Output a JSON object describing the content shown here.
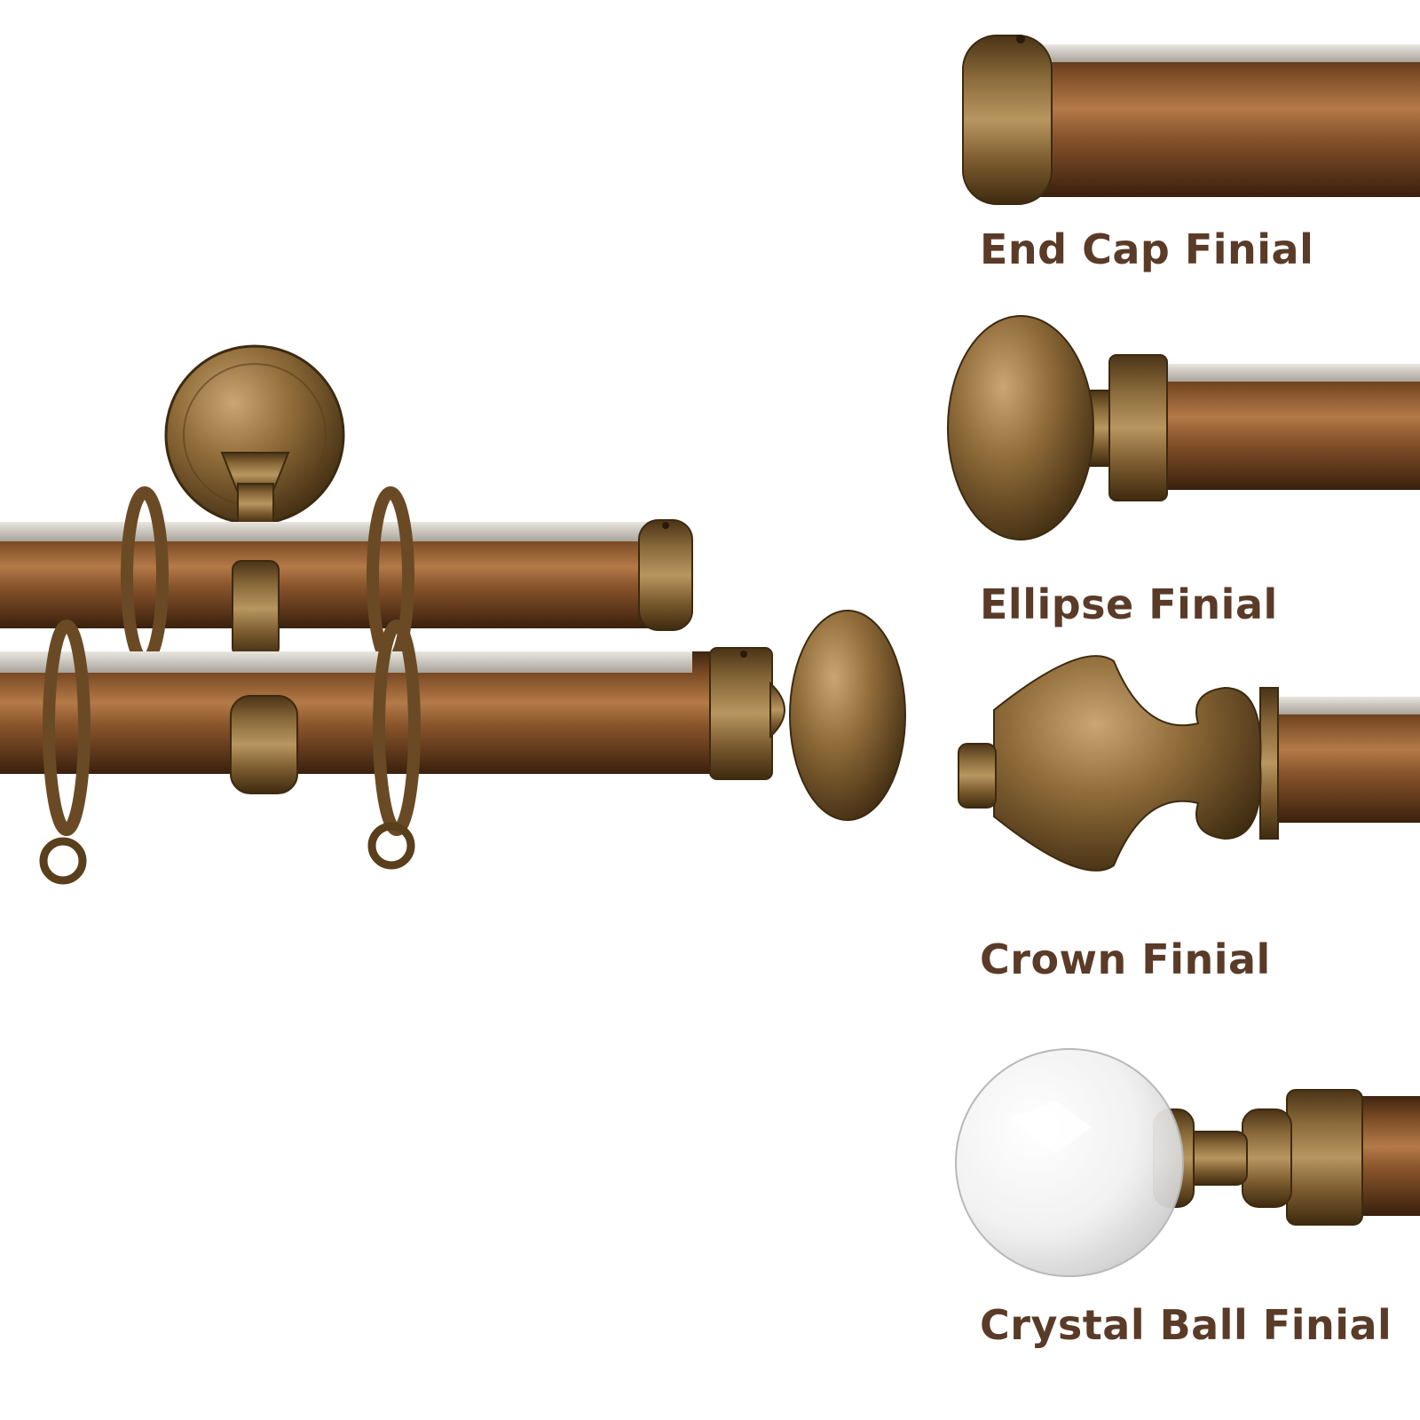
{
  "finials": [
    {
      "label": "End Cap Finial"
    },
    {
      "label": "Ellipse Finial"
    },
    {
      "label": "Crown Finial"
    },
    {
      "label": "Crystal Ball Finial"
    }
  ],
  "colors": {
    "label": "#5a3b28",
    "bronze_dark": "#4a2a12",
    "bronze_mid": "#8a5a30",
    "bronze_light": "#b88a55",
    "background": "#ffffff"
  }
}
